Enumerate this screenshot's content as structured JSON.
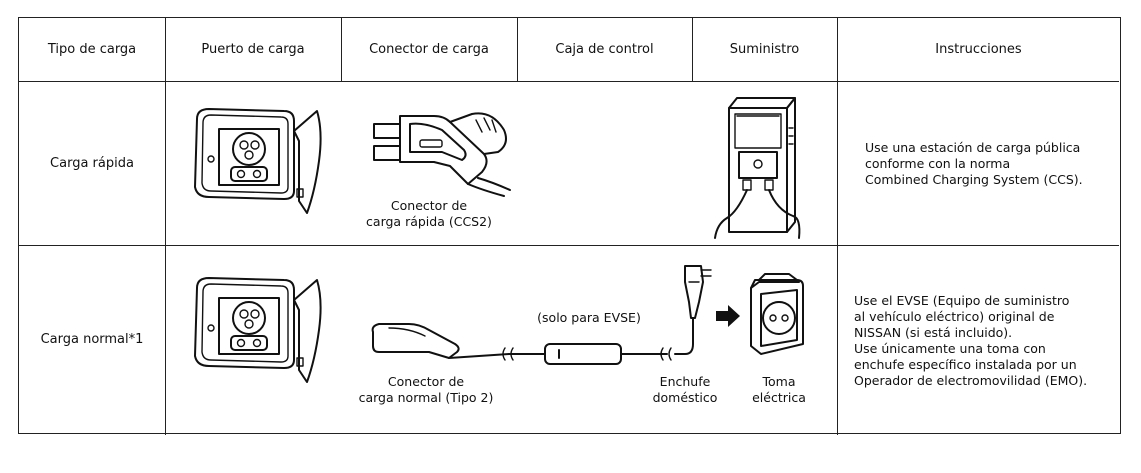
{
  "headers": [
    "Tipo de carga",
    "Puerto de carga",
    "Conector de carga",
    "Caja de control",
    "Suministro",
    "Instrucciones"
  ],
  "rows": [
    {
      "type": "Carga rápida",
      "connector_caption_1": "Conector de",
      "connector_caption_2": "carga rápida (CCS2)",
      "instructions": [
        "Use una estación de carga pública",
        "conforme con la norma",
        "Combined Charging System (CCS)."
      ]
    },
    {
      "type": "Carga normal*1",
      "connector_caption_1": "Conector de",
      "connector_caption_2": "carga normal (Tipo 2)",
      "control_box_note": "(solo para EVSE)",
      "plug_caption_1": "Enchufe",
      "plug_caption_2": "doméstico",
      "outlet_caption_1": "Toma",
      "outlet_caption_2": "eléctrica",
      "instructions": [
        "Use el EVSE (Equipo de suministro",
        "al vehículo eléctrico) original de",
        "NISSAN (si está incluido).",
        "Use únicamente una toma con",
        "enchufe específico instalada por un",
        "Operador de electromovilidad (EMO)."
      ]
    }
  ],
  "icons": [
    "charge-port-icon",
    "ccs2-connector-icon",
    "charging-station-icon",
    "type2-connector-icon",
    "control-box-icon",
    "household-plug-icon",
    "arrow-right-icon",
    "wall-outlet-icon"
  ]
}
